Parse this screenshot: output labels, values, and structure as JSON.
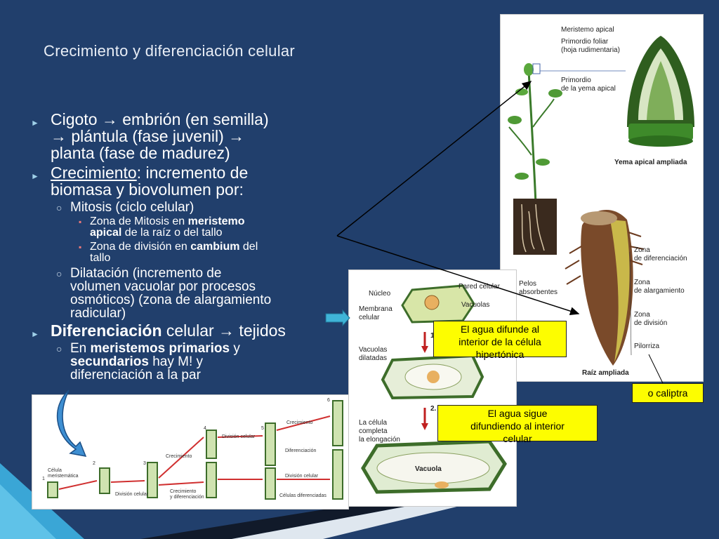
{
  "slide": {
    "title": "Crecimiento y diferenciación celular",
    "bullets": {
      "b1_l1": "Cigoto → embrión (en semilla)",
      "b1_l2": "→ plántula (fase juvenil) →",
      "b1_l3": "planta (fase de madurez)",
      "b2_bold": "Crecimiento",
      "b2_rest1": ": incremento de",
      "b2_l2": "biomasa y biovolumen por:",
      "b2_s1": "Mitosis (ciclo celular)",
      "b2_s1_a1": "Zona de Mitosis en ",
      "b2_s1_a_bold1": "meristemo",
      "b2_s1_a_bold2": "apical",
      "b2_s1_a2": " de la raíz o del tallo",
      "b2_s1_b1": "Zona de división en ",
      "b2_s1_b_bold": "cambium",
      "b2_s1_b2": " del",
      "b2_s1_b3": "tallo",
      "b2_s2_l1": "Dilatación (incremento de",
      "b2_s2_l2": "volumen vacuolar por procesos",
      "b2_s2_l3": "osmóticos) (zona de alargamiento",
      "b2_s2_l4": "radicular)",
      "b3_bold": "Diferenciación",
      "b3_rest": " celular → tejidos",
      "b3_s1_a": "En ",
      "b3_s1_bold1": "meristemos primarios",
      "b3_s1_b": " y",
      "b3_s1_bold2": "secundarios",
      "b3_s1_c": " hay M! y",
      "b3_s1_l3": "diferenciación a la par"
    }
  },
  "plant_figure": {
    "meristemo_apical": "Meristemo apical",
    "primordio_foliar": "Primordio foliar",
    "hoja_rudimentaria": "(hoja rudimentaria)",
    "primordio": "Primordio",
    "de_la_yema": "de la yema apical",
    "yema_caption": "Yema apical ampliada",
    "pelos": "Pelos",
    "absorbentes": "absorbentes",
    "zona_dif_1": "Zona",
    "zona_dif_2": "de diferenciación",
    "zona_alar_1": "Zona",
    "zona_alar_2": "de alargamiento",
    "zona_div_1": "Zona",
    "zona_div_2": "de división",
    "pilorriza": "Pilorriza",
    "raiz_caption": "Raíz ampliada"
  },
  "cell_figure": {
    "nucleo": "Núcleo",
    "pared": "Pared celular",
    "membrana_1": "Membrana",
    "membrana_2": "celular",
    "vacuolas": "Vacuolas",
    "vac_dil_1": "Vacuolas",
    "vac_dil_2": "dilatadas",
    "step1": "1.",
    "step2": "2.",
    "completa_1": "La célula",
    "completa_2": "completa",
    "completa_3": "la elongación",
    "vacuola": "Vacuola"
  },
  "callouts": {
    "agua1_l1": "El agua difunde al",
    "agua1_l2": "interior de la célula",
    "agua1_l3": "hipertónica",
    "agua2_l1": "El agua sigue",
    "agua2_l2": "difundiendo al interior",
    "agua2_l3": "celular",
    "caliptra": "o caliptra"
  },
  "diff_figure": {
    "celula_1": "Célula",
    "celula_2": "meristemática",
    "division": "División celular",
    "crecimiento": "Crecimiento",
    "division2": "División celular",
    "crec_dif_1": "Crecimiento",
    "crec_dif_2": "y diferenciación",
    "crecimiento2": "Crecimiento",
    "diferenciacion": "Diferenciación",
    "division3": "División celular",
    "cel_dif": "Células diferenciadas",
    "n1": "1",
    "n2": "2",
    "n3": "3",
    "n4": "4",
    "n5": "5",
    "n6": "6"
  },
  "colors": {
    "background": "#213f6c",
    "callout_fill": "#fdfd00",
    "bullet_marker": "#9fd0e8"
  }
}
